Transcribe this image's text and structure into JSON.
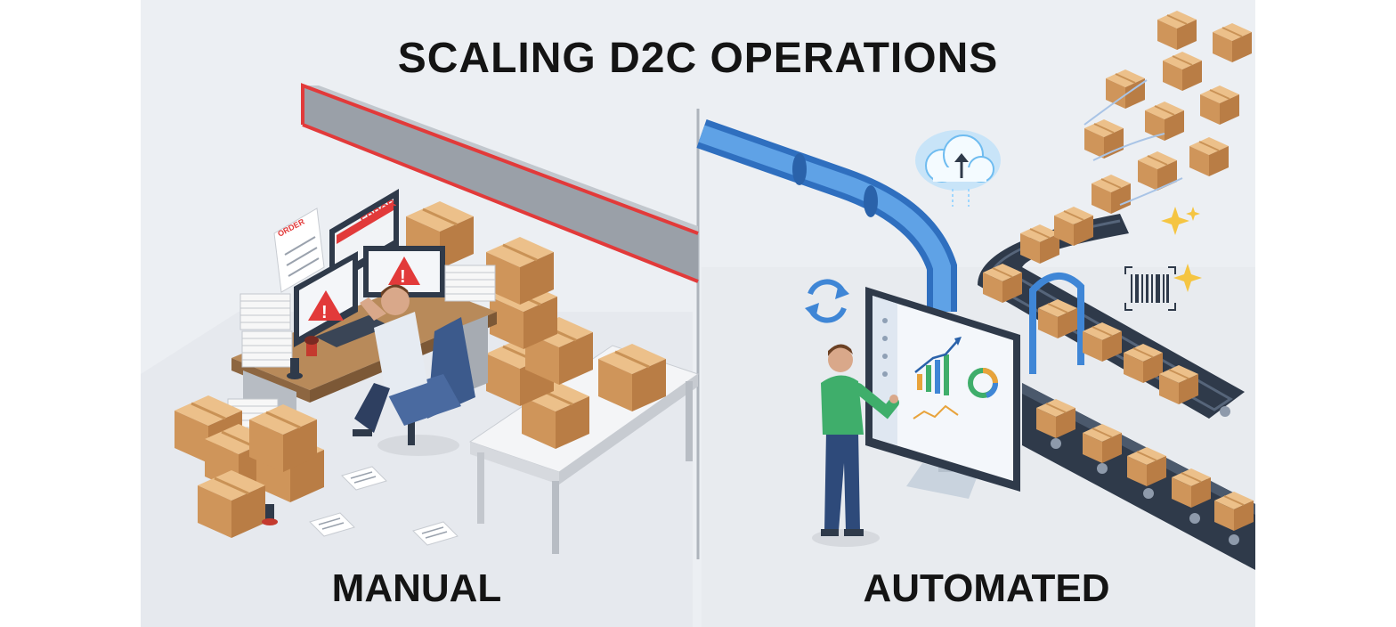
{
  "title": "SCALING D2C OPERATIONS",
  "panels": {
    "left": {
      "label": "MANUAL",
      "note_text": "ORDER",
      "monitor_text": "ERROR"
    },
    "right": {
      "label": "AUTOMATED"
    }
  },
  "icons": [
    "warning-icon",
    "cloud-upload-icon",
    "sync-icon",
    "barcode-icon",
    "sparkle-icon",
    "bar-chart-icon",
    "donut-chart-icon"
  ],
  "colors": {
    "background": "#eceff3",
    "text": "#141414",
    "alert_red": "#e23a3a",
    "pipe_blue": "#3f86d6",
    "box_cardboard": "#d9a266",
    "shirt_green": "#3fae6b",
    "conveyor": "#2f3a4a"
  }
}
